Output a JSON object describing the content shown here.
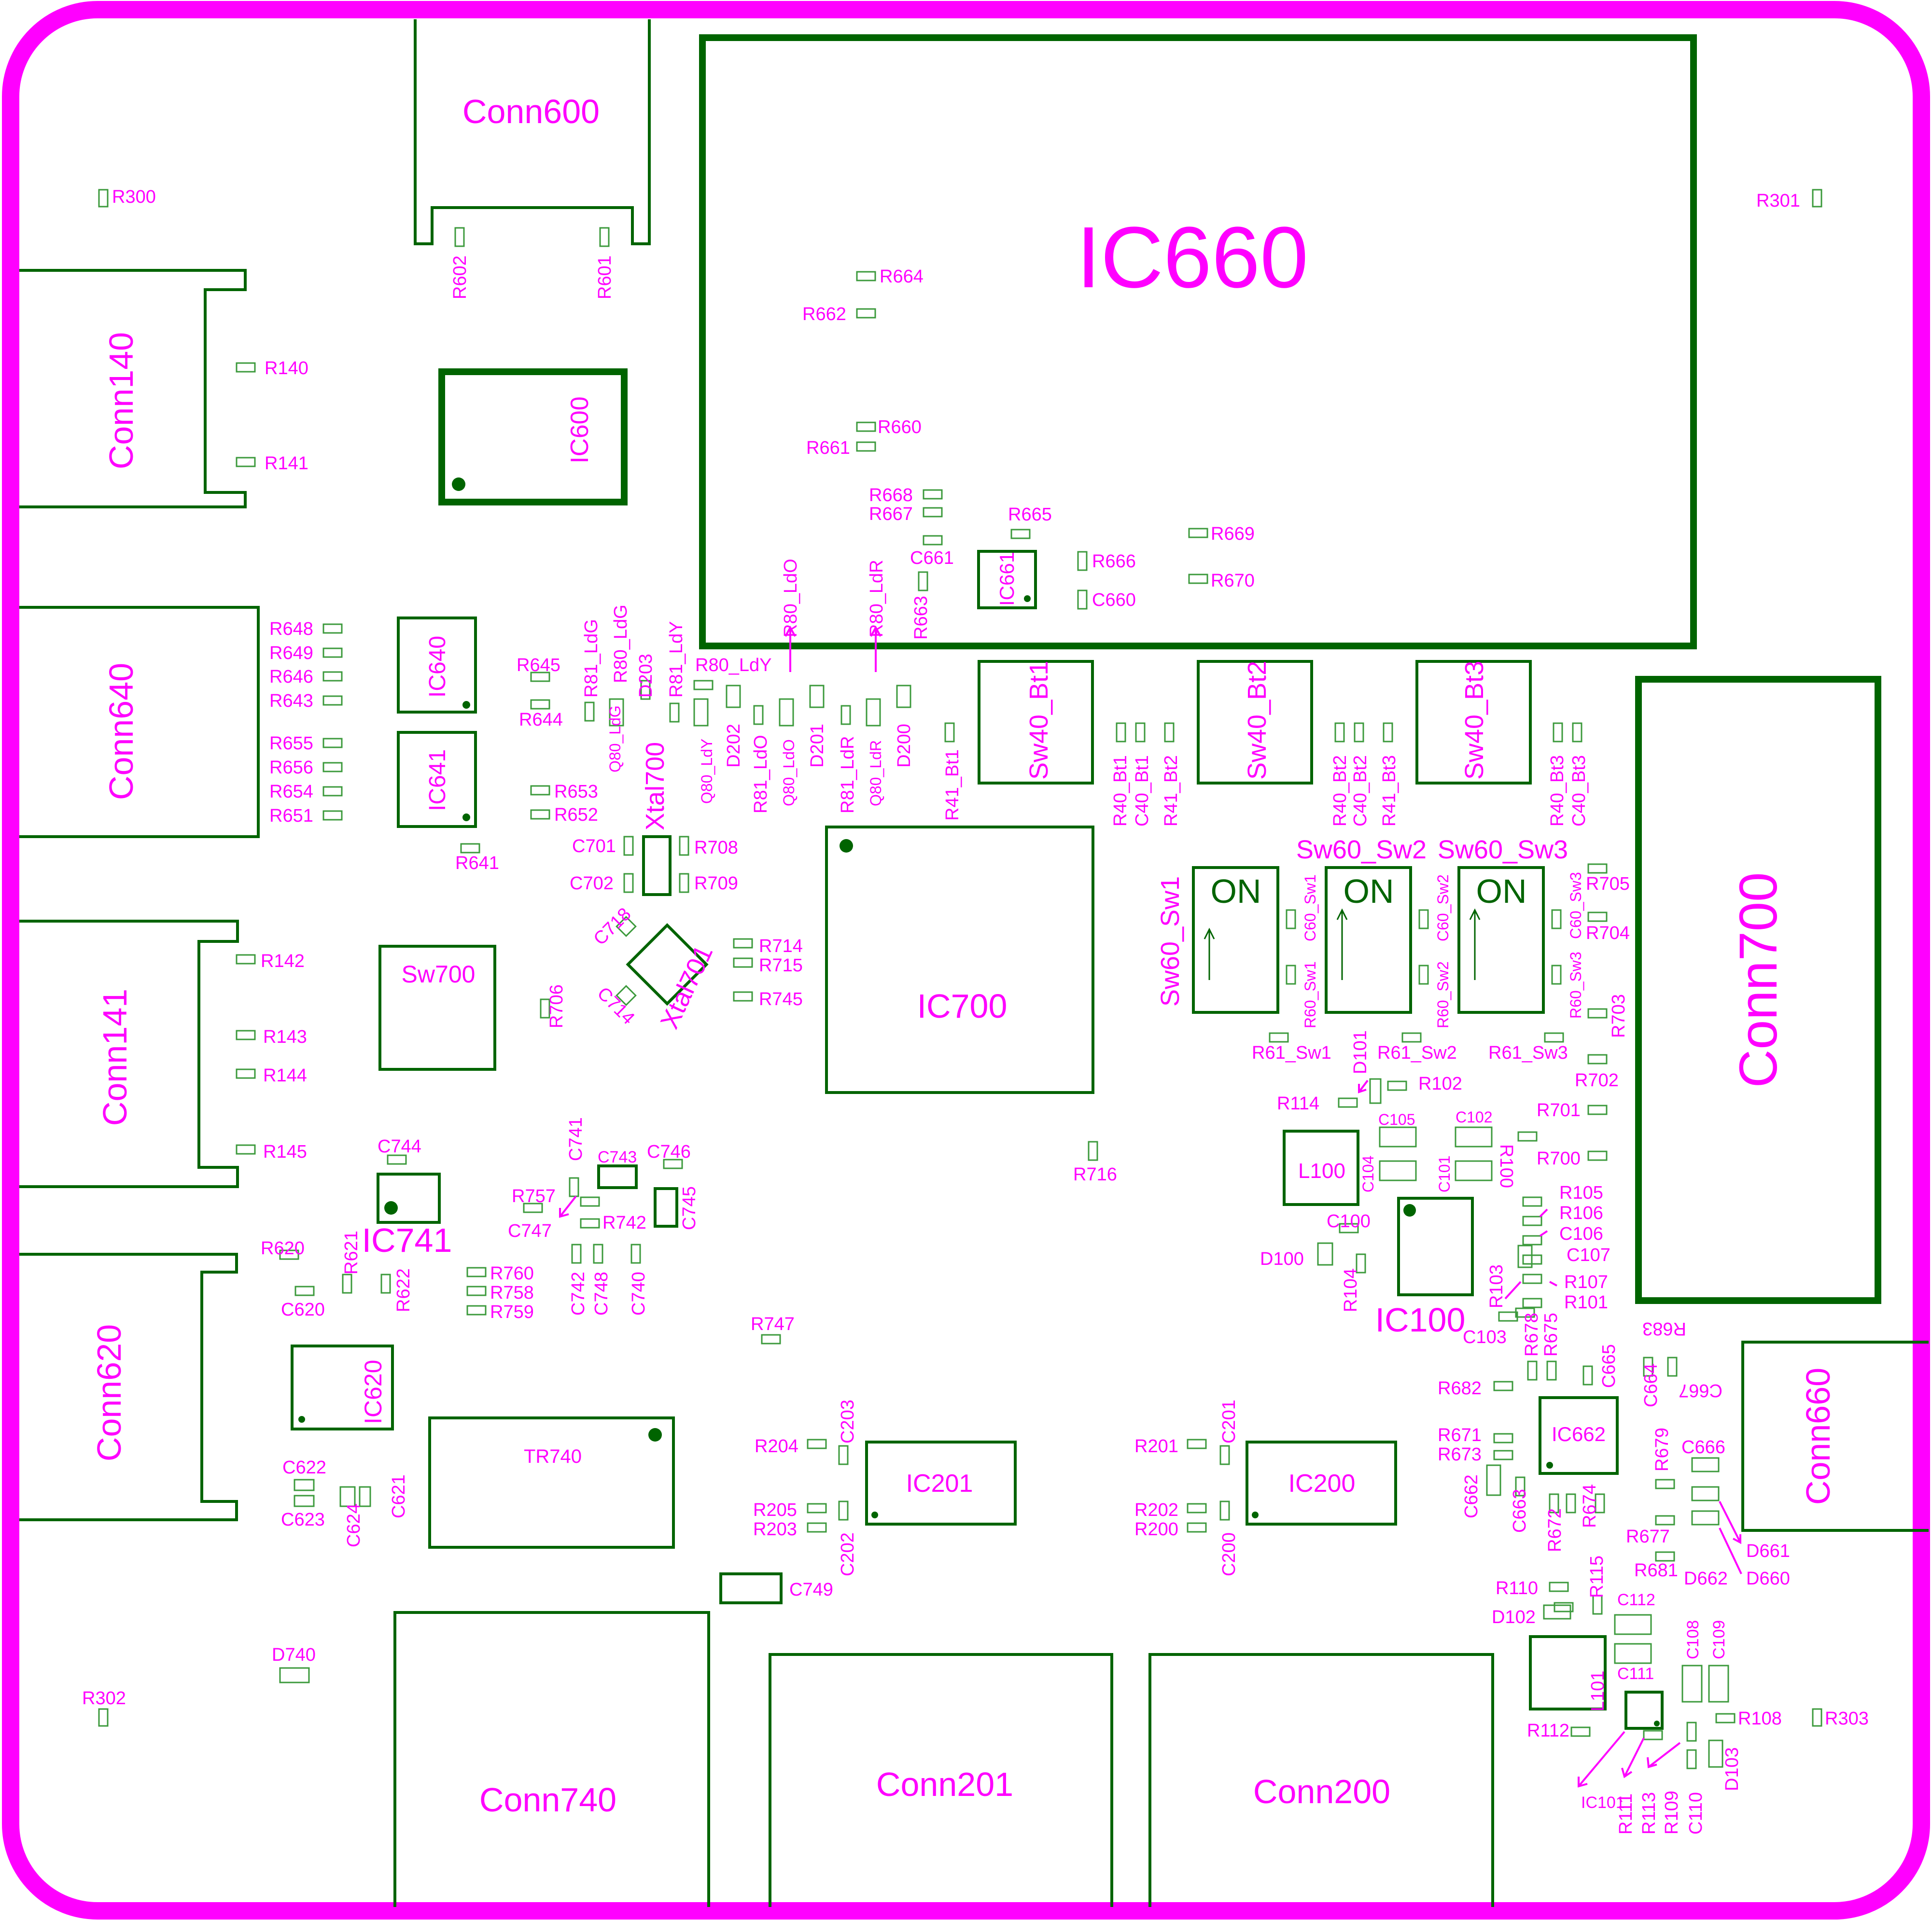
{
  "board": {
    "outline_color": "#ff00ff",
    "copper_color": "#006400",
    "pad_color": "#3c9a3c"
  },
  "components": {
    "IC660": "IC660",
    "IC600": "IC600",
    "IC640": "IC640",
    "IC641": "IC641",
    "IC661": "IC661",
    "IC700": "IC700",
    "IC741": "IC741",
    "IC620": "IC620",
    "IC201": "IC201",
    "IC200": "IC200",
    "IC100": "IC100",
    "IC662": "IC662",
    "IC101": "IC101",
    "Conn600": "Conn600",
    "Conn140": "Conn140",
    "Conn640": "Conn640",
    "Conn141": "Conn141",
    "Conn620": "Conn620",
    "Conn700": "Conn700",
    "Conn660": "Conn660",
    "Conn740": "Conn740",
    "Conn201": "Conn201",
    "Conn200": "Conn200",
    "Sw700": "Sw700",
    "TR740": "TR740",
    "L100": "L100",
    "L101": "L101",
    "Xtal700": "Xtal700",
    "Xtal701": "Xtal701",
    "Sw40_Bt1": "Sw40_Bt1",
    "Sw40_Bt2": "Sw40_Bt2",
    "Sw40_Bt3": "Sw40_Bt3",
    "Sw60_Sw1": "Sw60_Sw1",
    "Sw60_Sw2": "Sw60_Sw2",
    "Sw60_Sw3": "Sw60_Sw3",
    "on": "ON"
  },
  "refs": {
    "R300": "R300",
    "R301": "R301",
    "R302": "R302",
    "R303": "R303",
    "R602": "R602",
    "R601": "R601",
    "R140": "R140",
    "R141": "R141",
    "R664": "R664",
    "R662": "R662",
    "R660": "R660",
    "R661": "R661",
    "R668": "R668",
    "R667": "R667",
    "R665": "R665",
    "R669": "R669",
    "R666": "R666",
    "R670": "R670",
    "C661": "C661",
    "C660": "C660",
    "R663": "R663",
    "R648": "R648",
    "R649": "R649",
    "R646": "R646",
    "R643": "R643",
    "R655": "R655",
    "R656": "R656",
    "R654": "R654",
    "R651": "R651",
    "R645": "R645",
    "R644": "R644",
    "R653": "R653",
    "R652": "R652",
    "R641": "R641",
    "R81_LdG": "R81_LdG",
    "R80_LdG": "R80_LdG",
    "Q80_LdG": "Q80_LdG",
    "D203": "D203",
    "R81_LdY": "R81_LdY",
    "R80_LdY": "R80_LdY",
    "Q80_LdY": "Q80_LdY",
    "D202": "D202",
    "R81_LdO": "R81_LdO",
    "Q80_LdO": "Q80_LdO",
    "D201": "D201",
    "R80_LdO": "R80_LdO",
    "R81_LdR": "R81_LdR",
    "Q80_LdR": "Q80_LdR",
    "D200": "D200",
    "R80_LdR": "R80_LdR",
    "R41_Bt1": "R41_Bt1",
    "R40_Bt1": "R40_Bt1",
    "C40_Bt1": "C40_Bt1",
    "R41_Bt2": "R41_Bt2",
    "R40_Bt2": "R40_Bt2",
    "C40_Bt2": "C40_Bt2",
    "R41_Bt3": "R41_Bt3",
    "R40_Bt3": "R40_Bt3",
    "C40_Bt3": "C40_Bt3",
    "C701": "C701",
    "C702": "C702",
    "R708": "R708",
    "R709": "R709",
    "C718": "C718",
    "C714": "C714",
    "R714": "R714",
    "R715": "R715",
    "R745": "R745",
    "R706": "R706",
    "R142": "R142",
    "R143": "R143",
    "R144": "R144",
    "R145": "R145",
    "C744": "C744",
    "C741": "C741",
    "C743": "C743",
    "C746": "C746",
    "C745": "C745",
    "R757": "R757",
    "C747": "C747",
    "R742": "R742",
    "C742": "C742",
    "C748": "C748",
    "C740": "C740",
    "R760": "R760",
    "R758": "R758",
    "R759": "R759",
    "R620": "R620",
    "R621": "R621",
    "R622": "R622",
    "C620": "C620",
    "C622": "C622",
    "C623": "C623",
    "C624": "C624",
    "C621": "C621",
    "R747": "R747",
    "R716": "R716",
    "R204": "R204",
    "C203": "C203",
    "R205": "R205",
    "R203": "R203",
    "C202": "C202",
    "C749": "C749",
    "R201": "R201",
    "C201": "C201",
    "R202": "R202",
    "R200": "R200",
    "C200": "C200",
    "D740": "D740",
    "R60_Sw1": "R60_Sw1",
    "C60_Sw1": "C60_Sw1",
    "R61_Sw1": "R61_Sw1",
    "R60_Sw2": "R60_Sw2",
    "C60_Sw2": "C60_Sw2",
    "R61_Sw2": "R61_Sw2",
    "R60_Sw3": "R60_Sw3",
    "C60_Sw3": "C60_Sw3",
    "R61_Sw3": "R61_Sw3",
    "R705": "R705",
    "R704": "R704",
    "R703": "R703",
    "R702": "R702",
    "R701": "R701",
    "R700": "R700",
    "D101": "D101",
    "R102": "R102",
    "R114": "R114",
    "C105": "C105",
    "C102": "C102",
    "C104": "C104",
    "C101": "C101",
    "R100": "R100",
    "R105": "R105",
    "R106": "R106",
    "C106": "C106",
    "C107": "C107",
    "R107": "R107",
    "R101": "R101",
    "C100": "C100",
    "D100": "D100",
    "R104": "R104",
    "R103": "R103",
    "C103": "C103",
    "R678": "R678",
    "R675": "R675",
    "R683": "R683",
    "C665": "C665",
    "C664": "C664",
    "C667": "C667",
    "R682": "R682",
    "R671": "R671",
    "R673": "R673",
    "C662": "C662",
    "C663": "C663",
    "R672": "R672",
    "R674": "R674",
    "R679": "R679",
    "C666": "C666",
    "R677": "R677",
    "R681": "R681",
    "D662": "D662",
    "D660": "D660",
    "D661": "D661",
    "R110": "R110",
    "R115": "R115",
    "D102": "D102",
    "C112": "C112",
    "C111": "C111",
    "C108": "C108",
    "C109": "C109",
    "R108": "R108",
    "R112": "R112",
    "R111": "R111",
    "R113": "R113",
    "R109": "R109",
    "C110": "C110",
    "D103": "D103"
  }
}
